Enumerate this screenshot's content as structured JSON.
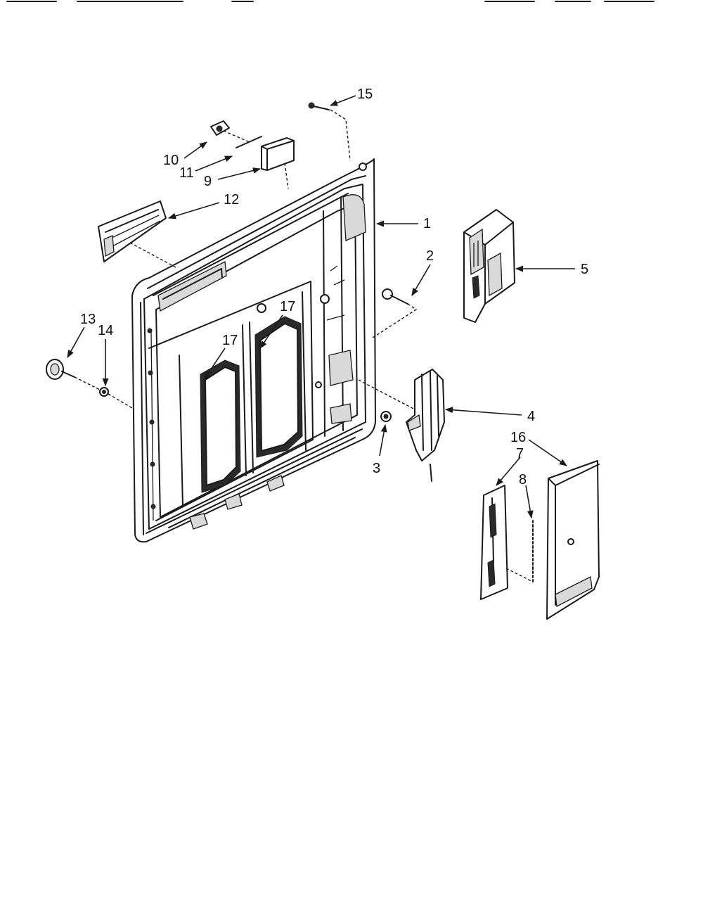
{
  "callouts": [
    {
      "id": "1",
      "label": "1"
    },
    {
      "id": "2",
      "label": "2"
    },
    {
      "id": "3",
      "label": "3"
    },
    {
      "id": "4",
      "label": "4"
    },
    {
      "id": "5",
      "label": "5"
    },
    {
      "id": "7",
      "label": "7"
    },
    {
      "id": "8",
      "label": "8"
    },
    {
      "id": "9",
      "label": "9"
    },
    {
      "id": "10",
      "label": "10"
    },
    {
      "id": "11",
      "label": "11"
    },
    {
      "id": "12",
      "label": "12"
    },
    {
      "id": "13",
      "label": "13"
    },
    {
      "id": "14",
      "label": "14"
    },
    {
      "id": "15",
      "label": "15"
    },
    {
      "id": "16",
      "label": "16"
    },
    {
      "id": "17a",
      "label": "17"
    },
    {
      "id": "17b",
      "label": "17"
    }
  ],
  "colors": {
    "ink": "#1a1a1a",
    "paper": "#ffffff",
    "shade": "#d9d9d9"
  }
}
